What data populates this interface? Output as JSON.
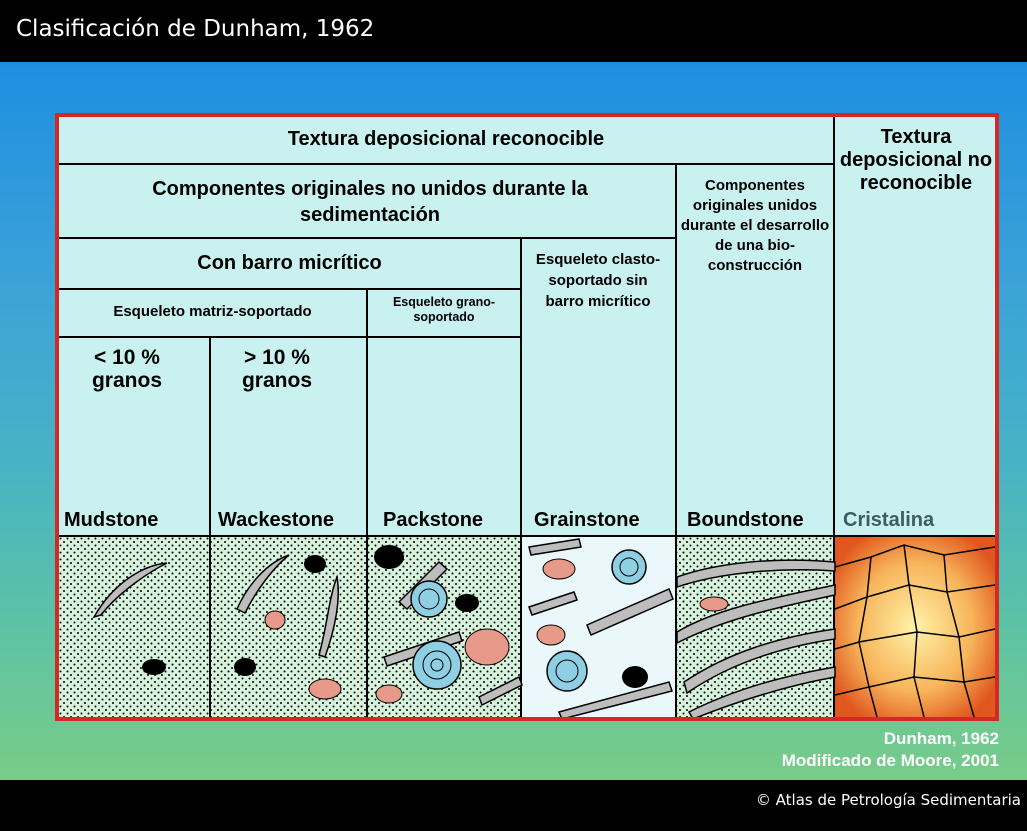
{
  "title": "Clasificación de Dunham, 1962",
  "copyright": "© Atlas de Petrología Sedimentaria",
  "credits": {
    "line1": "Dunham, 1962",
    "line2": "Modificado de Moore, 2001"
  },
  "headers": {
    "recognizable": "Textura deposicional reconocible",
    "not_recognizable": "Textura deposicional no reconocible",
    "not_bound": "Componentes originales no unidos durante la sedimentación",
    "bound": "Componentes originales unidos durante el desarrollo de una bio-construcción",
    "with_mud": "Con barro micrítico",
    "grain_supported_no_mud": "Esqueleto clasto-soportado sin barro micrítico",
    "matrix_supported": "Esqueleto matriz-soportado",
    "grain_supported": "Esqueleto grano-soportado"
  },
  "grain_pct": {
    "less": "< 10 % granos",
    "more": "> 10 % granos"
  },
  "names": {
    "mudstone": "Mudstone",
    "wackestone": "Wackestone",
    "packstone": "Packstone",
    "grainstone": "Grainstone",
    "boundstone": "Boundstone",
    "cristalina": "Cristalina"
  },
  "colors": {
    "panel": "#c9f1ef",
    "border": "#d02a22",
    "grain_pink": "#e89a8a",
    "ooid_blue": "#8ecfe3",
    "shell_gray": "#bdbdbd",
    "crystal_orange": "#f08a3a",
    "cristalina_label": "#3e5c63"
  }
}
